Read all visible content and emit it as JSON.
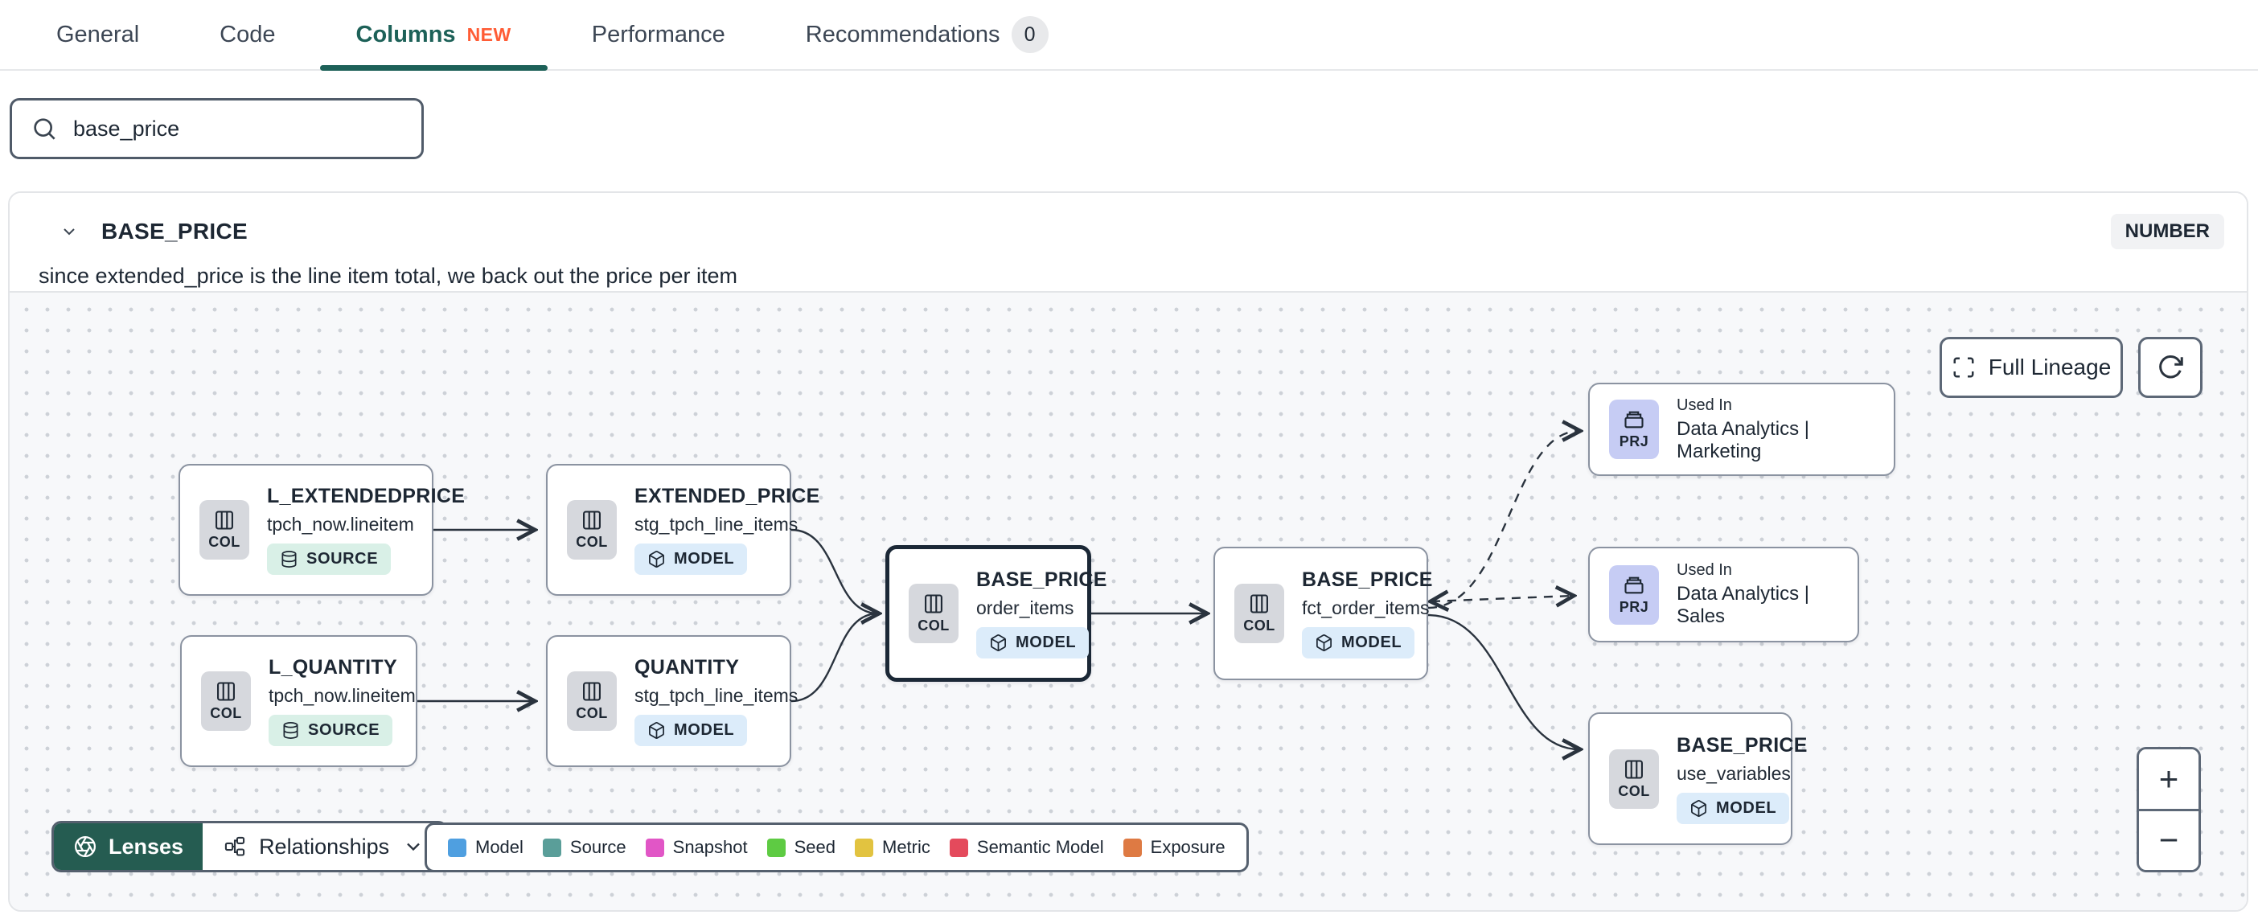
{
  "tabs": {
    "items": [
      {
        "label": "General"
      },
      {
        "label": "Code"
      },
      {
        "label": "Columns",
        "badge": "NEW"
      },
      {
        "label": "Performance"
      },
      {
        "label": "Recommendations",
        "count": "0"
      }
    ]
  },
  "search": {
    "value": "base_price"
  },
  "column_panel": {
    "name": "BASE_PRICE",
    "type": "NUMBER",
    "description": "since extended_price is the line item total, we back out the price per item"
  },
  "lineage": {
    "buttons": {
      "full_lineage": "Full Lineage",
      "zoom_in": "+",
      "zoom_out": "−"
    },
    "toolbar": {
      "lenses": "Lenses",
      "relationships": "Relationships"
    },
    "nodes": [
      {
        "title": "L_EXTENDEDPRICE",
        "subtitle": "tpch_now.lineitem",
        "resource": "SOURCE",
        "tile": "COL"
      },
      {
        "title": "EXTENDED_PRICE",
        "subtitle": "stg_tpch_line_items",
        "resource": "MODEL",
        "tile": "COL"
      },
      {
        "title": "L_QUANTITY",
        "subtitle": "tpch_now.lineitem",
        "resource": "SOURCE",
        "tile": "COL"
      },
      {
        "title": "QUANTITY",
        "subtitle": "stg_tpch_line_items",
        "resource": "MODEL",
        "tile": "COL"
      },
      {
        "title": "BASE_PRICE",
        "subtitle": "order_items",
        "resource": "MODEL",
        "tile": "COL",
        "selected": true
      },
      {
        "title": "BASE_PRICE",
        "subtitle": "fct_order_items",
        "resource": "MODEL",
        "tile": "COL"
      },
      {
        "used_in_label": "Used In",
        "name": "Data Analytics | Marketing",
        "tile": "PRJ"
      },
      {
        "used_in_label": "Used In",
        "name": "Data Analytics | Sales",
        "tile": "PRJ"
      },
      {
        "title": "BASE_PRICE",
        "subtitle": "use_variables",
        "resource": "MODEL",
        "tile": "COL"
      }
    ],
    "legend": {
      "items": [
        {
          "label": "Model",
          "color": "#4f9fe0"
        },
        {
          "label": "Source",
          "color": "#5a9e99"
        },
        {
          "label": "Snapshot",
          "color": "#e156c6"
        },
        {
          "label": "Seed",
          "color": "#5ecb43"
        },
        {
          "label": "Metric",
          "color": "#e2c340"
        },
        {
          "label": "Semantic Model",
          "color": "#e44a5c"
        },
        {
          "label": "Exposure",
          "color": "#de7a43"
        }
      ]
    }
  },
  "colors": {
    "accent_teal": "#1d6158",
    "new_badge": "#ff5c35"
  }
}
